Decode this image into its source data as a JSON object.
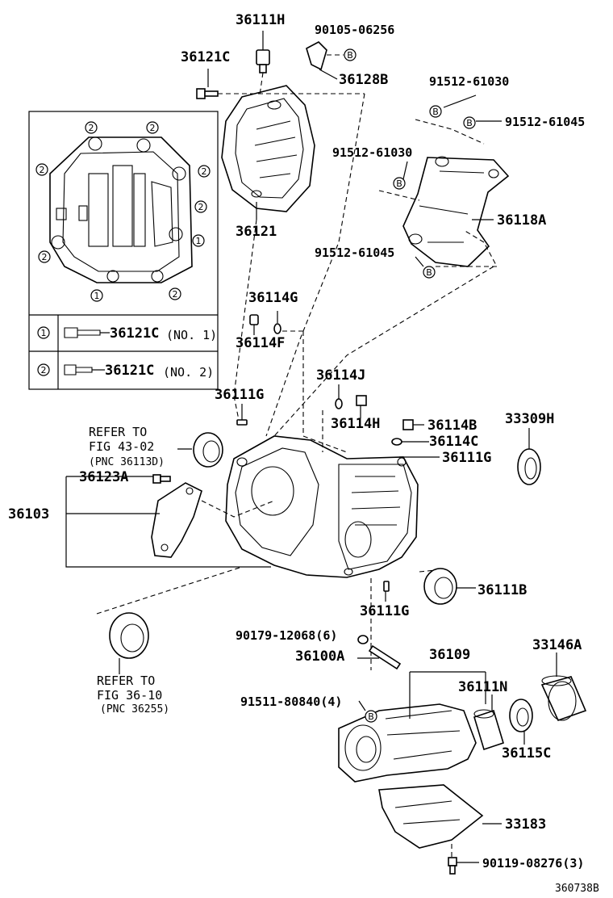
{
  "callouts": {
    "p36111H": "36111H",
    "p36121C": "36121C",
    "p90105": "90105-06256",
    "p36128B": "36128B",
    "p91512_61030_a": "91512-61030",
    "p91512_61045_a": "91512-61045",
    "p91512_61030_b": "91512-61030",
    "p36118A": "36118A",
    "p91512_61045_b": "91512-61045",
    "p36121": "36121",
    "p36114G": "36114G",
    "p36114F": "36114F",
    "p36114J": "36114J",
    "p36111G_a": "36111G",
    "p36114H": "36114H",
    "p36114B": "36114B",
    "p36114C": "36114C",
    "p36111G_b": "36111G",
    "p33309H": "33309H",
    "p36123A": "36123A",
    "p36103": "36103",
    "p36111B": "36111B",
    "p36111G_c": "36111G",
    "p90179": "90179-12068(6)",
    "p36100A": "36100A",
    "p36109": "36109",
    "p33146A": "33146A",
    "p91511": "91511-80840(4)",
    "p36111N": "36111N",
    "p36115C": "36115C",
    "p33183": "33183",
    "p90119": "90119-08276(3)"
  },
  "symbols": {
    "b": "B",
    "one": "1",
    "two": "2"
  },
  "refs": {
    "ref1_line1": "REFER TO",
    "ref1_line2": "FIG 43-02",
    "ref1_line3": "(PNC 36113D)",
    "ref2_line1": "REFER TO",
    "ref2_line2": "FIG 36-10",
    "ref2_line3": "(PNC 36255)"
  },
  "inset_legend": {
    "row1_part": "36121C",
    "row1_note": "(NO. 1)",
    "row2_part": "36121C",
    "row2_note": "(NO. 2)"
  },
  "figure_id": "360738B"
}
